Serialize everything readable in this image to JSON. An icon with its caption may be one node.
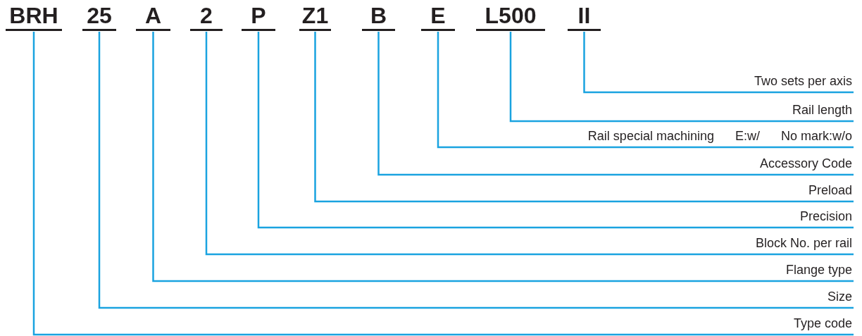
{
  "diagram": {
    "nodes": [
      {
        "text": [
          "BRH"
        ]
      },
      {
        "text": [
          "25"
        ]
      },
      {
        "text": [
          "A"
        ]
      },
      {
        "text": [
          "2"
        ]
      },
      {
        "text": [
          "P"
        ]
      },
      {
        "text": [
          "Z1"
        ]
      },
      {
        "text": [
          "B"
        ]
      },
      {
        "text": [
          "E"
        ]
      },
      {
        "text": [
          "L500"
        ]
      },
      {
        "text": [
          "II"
        ]
      },
      {
        "text": [
          "Two sets per axis"
        ]
      },
      {
        "text": [
          "Rail length"
        ]
      },
      {
        "text": [
          "Rail special machining",
          "E:w/",
          "No mark:w/o"
        ]
      },
      {
        "text": [
          "Accessory Code"
        ]
      },
      {
        "text": [
          "Preload"
        ]
      },
      {
        "text": [
          "Precision"
        ]
      },
      {
        "text": [
          "Block No. per rail"
        ]
      },
      {
        "text": [
          "Flange type"
        ]
      },
      {
        "text": [
          "Size"
        ]
      },
      {
        "text": [
          "Type code"
        ]
      }
    ],
    "edges": [
      {
        "from": 0,
        "to": 19,
        "arrow": "none"
      },
      {
        "from": 1,
        "to": 18,
        "arrow": "none"
      },
      {
        "from": 2,
        "to": 17,
        "arrow": "none"
      },
      {
        "from": 3,
        "to": 16,
        "arrow": "none"
      },
      {
        "from": 4,
        "to": 15,
        "arrow": "none"
      },
      {
        "from": 5,
        "to": 14,
        "arrow": "none"
      },
      {
        "from": 6,
        "to": 13,
        "arrow": "none"
      },
      {
        "from": 7,
        "to": 12,
        "arrow": "none"
      },
      {
        "from": 8,
        "to": 11,
        "arrow": "none"
      },
      {
        "from": 9,
        "to": 10,
        "arrow": "none"
      }
    ]
  }
}
